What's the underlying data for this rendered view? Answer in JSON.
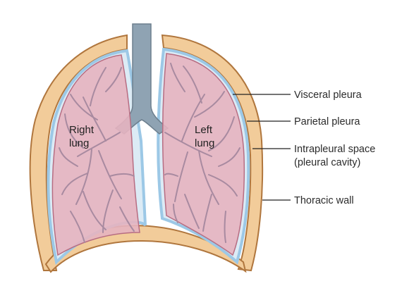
{
  "labels": {
    "right_lung_line1": "Right",
    "right_lung_line2": "lung",
    "left_lung_line1": "Left",
    "left_lung_line2": "lung",
    "visceral_pleura": "Visceral pleura",
    "parietal_pleura": "Parietal pleura",
    "intrapleural_line1": "Intrapleural space",
    "intrapleural_line2": "(pleural cavity)",
    "thoracic_wall": "Thoracic wall"
  },
  "colors": {
    "thoracic_wall_fill": "#f2cc9a",
    "thoracic_wall_stroke": "#b0763d",
    "parietal_pleura": "#9cc8e6",
    "lung_fill": "#e6b4c0",
    "lung_stroke": "#b76d82",
    "bronchi_fill": "#c8a9bd",
    "bronchi_stroke": "#8d8d99",
    "trachea": "#8fa3b3",
    "leader_line": "#222222"
  }
}
